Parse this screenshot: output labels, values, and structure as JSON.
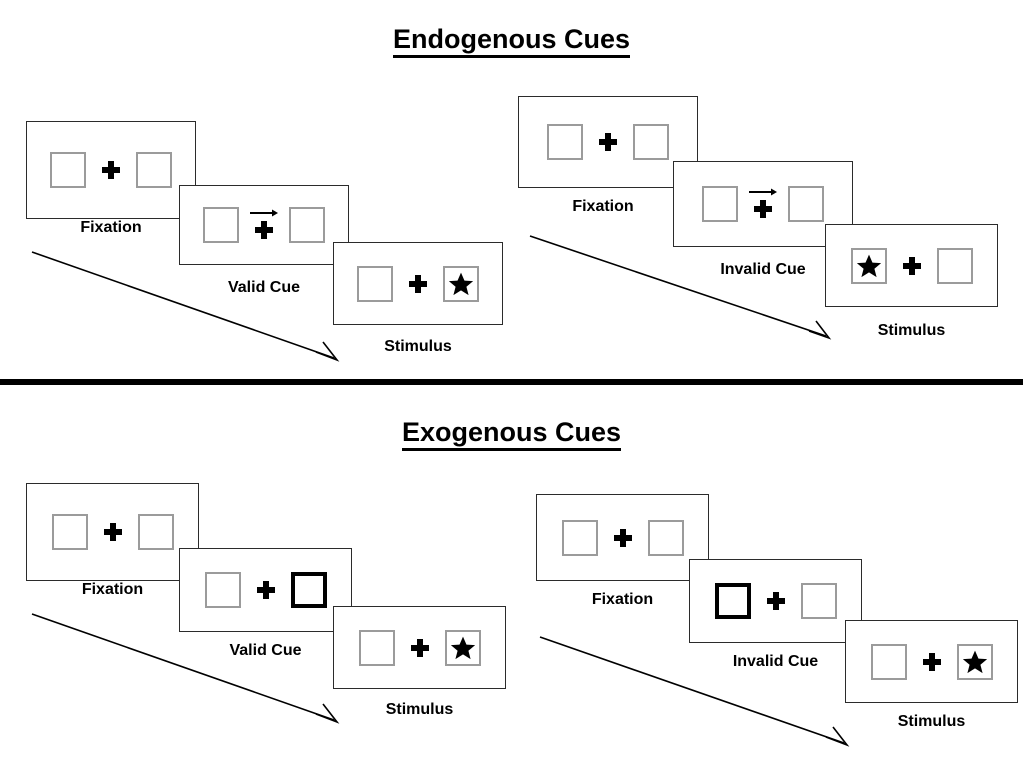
{
  "figure": {
    "title_endogenous": "Endogenous Cues",
    "title_exogenous": "Exogenous Cues",
    "divider": "horizontal-rule"
  },
  "colors": {
    "ink": "#000000",
    "frame_border": "#2b2b2b",
    "placeholder_border": "#9b9b9b",
    "cued_border": "#000000",
    "background": "#ffffff"
  },
  "captions": {
    "fixation": "Fixation",
    "valid_cue": "Valid Cue",
    "invalid_cue": "Invalid Cue",
    "stimulus": "Stimulus"
  },
  "icons": {
    "fixation_cross": "plus-icon",
    "cue_arrow": "arrow-right-icon",
    "target": "star-icon",
    "flow": "arrow-diagonal-down-right-icon"
  },
  "sequences": [
    {
      "id": "endogenous-valid",
      "section": "Endogenous Cues",
      "condition": "Valid",
      "frames": [
        {
          "caption": "Fixation",
          "left_box": {
            "cued": false,
            "target": false
          },
          "right_box": {
            "cued": false,
            "target": false
          },
          "center": {
            "cross": true,
            "arrow": false
          }
        },
        {
          "caption": "Valid Cue",
          "left_box": {
            "cued": false,
            "target": false
          },
          "right_box": {
            "cued": false,
            "target": false
          },
          "center": {
            "cross": true,
            "arrow": true,
            "arrow_direction": "right"
          }
        },
        {
          "caption": "Stimulus",
          "left_box": {
            "cued": false,
            "target": false
          },
          "right_box": {
            "cued": false,
            "target": true
          },
          "center": {
            "cross": true,
            "arrow": false
          }
        }
      ]
    },
    {
      "id": "endogenous-invalid",
      "section": "Endogenous Cues",
      "condition": "Invalid",
      "frames": [
        {
          "caption": "Fixation",
          "left_box": {
            "cued": false,
            "target": false
          },
          "right_box": {
            "cued": false,
            "target": false
          },
          "center": {
            "cross": true,
            "arrow": false
          }
        },
        {
          "caption": "Invalid Cue",
          "left_box": {
            "cued": false,
            "target": false
          },
          "right_box": {
            "cued": false,
            "target": false
          },
          "center": {
            "cross": true,
            "arrow": true,
            "arrow_direction": "right"
          }
        },
        {
          "caption": "Stimulus",
          "left_box": {
            "cued": false,
            "target": true
          },
          "right_box": {
            "cued": false,
            "target": false
          },
          "center": {
            "cross": true,
            "arrow": false
          }
        }
      ]
    },
    {
      "id": "exogenous-valid",
      "section": "Exogenous Cues",
      "condition": "Valid",
      "frames": [
        {
          "caption": "Fixation",
          "left_box": {
            "cued": false,
            "target": false
          },
          "right_box": {
            "cued": false,
            "target": false
          },
          "center": {
            "cross": true,
            "arrow": false
          }
        },
        {
          "caption": "Valid Cue",
          "left_box": {
            "cued": false,
            "target": false
          },
          "right_box": {
            "cued": true,
            "target": false
          },
          "center": {
            "cross": true,
            "arrow": false
          }
        },
        {
          "caption": "Stimulus",
          "left_box": {
            "cued": false,
            "target": false
          },
          "right_box": {
            "cued": false,
            "target": true
          },
          "center": {
            "cross": true,
            "arrow": false
          }
        }
      ]
    },
    {
      "id": "exogenous-invalid",
      "section": "Exogenous Cues",
      "condition": "Invalid",
      "frames": [
        {
          "caption": "Fixation",
          "left_box": {
            "cued": false,
            "target": false
          },
          "right_box": {
            "cued": false,
            "target": false
          },
          "center": {
            "cross": true,
            "arrow": false
          }
        },
        {
          "caption": "Invalid Cue",
          "left_box": {
            "cued": true,
            "target": false
          },
          "right_box": {
            "cued": false,
            "target": false
          },
          "center": {
            "cross": true,
            "arrow": false
          }
        },
        {
          "caption": "Stimulus",
          "left_box": {
            "cued": false,
            "target": false
          },
          "right_box": {
            "cued": false,
            "target": true
          },
          "center": {
            "cross": true,
            "arrow": false
          }
        }
      ]
    }
  ]
}
